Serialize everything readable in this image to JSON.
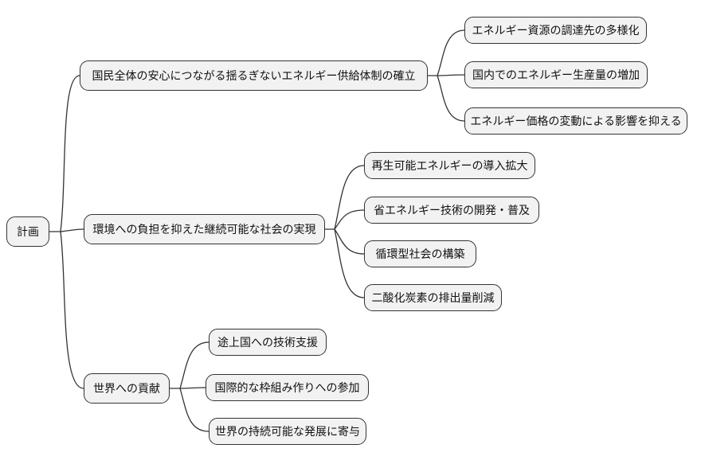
{
  "diagram": {
    "type": "mindmap",
    "background_color": "#ffffff",
    "node_fill_color": "#f2f2f2",
    "node_border_color": "#333333",
    "connector_color": "#333333",
    "text_color": "#111111",
    "root": {
      "label": "計画"
    },
    "branches": [
      {
        "label": "国民全体の安心につながる揺るぎないエネルギー供給体制の確立",
        "children": [
          {
            "label": "エネルギー資源の調達先の多様化"
          },
          {
            "label": "国内でのエネルギー生産量の増加"
          },
          {
            "label": "エネルギー価格の変動による影響を抑える"
          }
        ]
      },
      {
        "label": "環境への負担を抑えた継続可能な社会の実現",
        "children": [
          {
            "label": "再生可能エネルギーの導入拡大"
          },
          {
            "label": "省エネルギー技術の開発・普及"
          },
          {
            "label": "循環型社会の構築"
          },
          {
            "label": "二酸化炭素の排出量削減"
          }
        ]
      },
      {
        "label": "世界への貢献",
        "children": [
          {
            "label": "途上国への技術支援"
          },
          {
            "label": "国際的な枠組み作りへの参加"
          },
          {
            "label": "世界の持続可能な発展に寄与"
          }
        ]
      }
    ]
  }
}
